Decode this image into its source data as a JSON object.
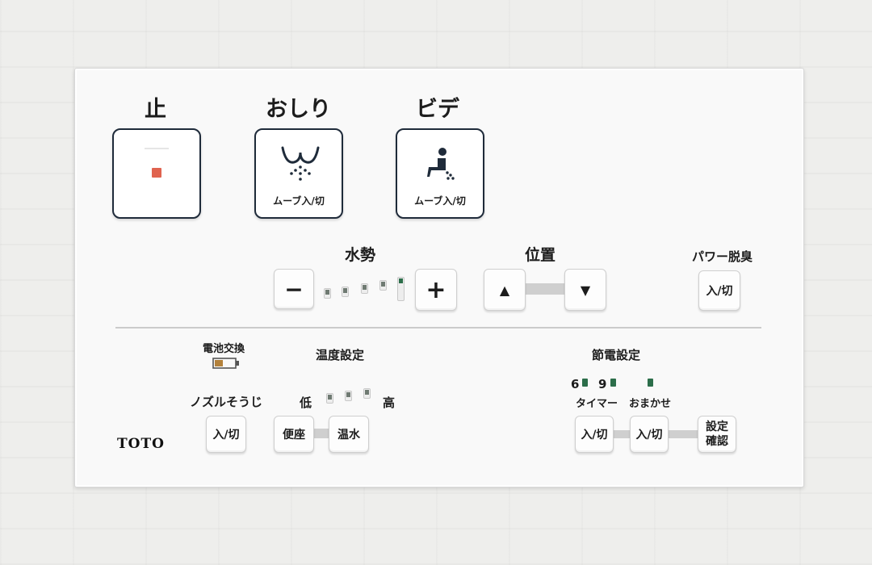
{
  "top_buttons": {
    "stop": {
      "label": "止"
    },
    "oshiri": {
      "label": "おしり",
      "sub": "ムーブ入/切",
      "icon": "rear-wash-icon"
    },
    "bidet": {
      "label": "ビデ",
      "sub": "ムーブ入/切",
      "icon": "bidet-wash-icon"
    }
  },
  "water_pressure": {
    "label": "水勢",
    "minus": "−",
    "plus": "+",
    "levels": 5
  },
  "position": {
    "label": "位置",
    "up": "▲",
    "down": "▼"
  },
  "power_deodorizer": {
    "label": "パワー脱臭",
    "button": "入/切"
  },
  "battery": {
    "label": "電池交換",
    "icon": "battery-icon"
  },
  "nozzle_clean": {
    "label": "ノズルそうじ",
    "button": "入/切"
  },
  "temperature": {
    "label": "温度設定",
    "low": "低",
    "high": "高",
    "levels": 3,
    "seat": "便座",
    "water": "温水"
  },
  "energy_saving": {
    "label": "節電設定",
    "timer_6": "6",
    "timer_9": "9",
    "timer_label": "タイマー",
    "auto_label": "おまかせ",
    "timer_button": "入/切",
    "auto_button": "入/切",
    "confirm_line1": "設定",
    "confirm_line2": "確認"
  },
  "brand": "TOTO",
  "colors": {
    "stop_indicator": "#e0634f",
    "led_green": "#2c6e4a",
    "button_border": "#1f2b3a"
  }
}
